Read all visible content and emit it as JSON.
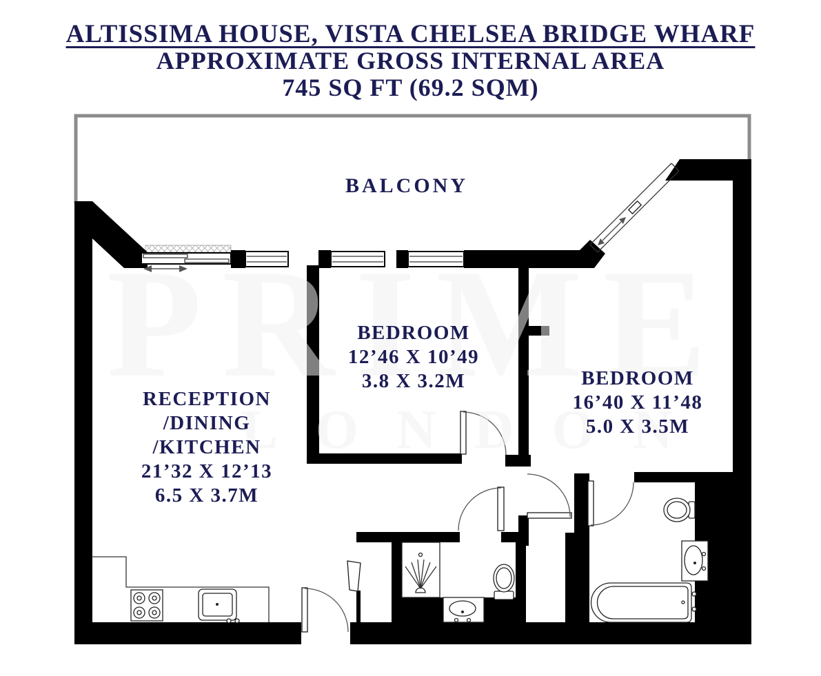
{
  "title": {
    "line1": "ALTISSIMA HOUSE, VISTA CHELSEA BRIDGE WHARF",
    "line2": "APPROXIMATE GROSS INTERNAL AREA",
    "line3": "745 SQ FT (69.2 SQM)"
  },
  "watermark": {
    "primary": "PRIME",
    "secondary": "LONDON"
  },
  "rooms": {
    "balcony": {
      "label": "BALCONY"
    },
    "bedroom_1": {
      "label": "BEDROOM",
      "dims_imperial": "12’46 X 10’49",
      "dims_metric": "3.8 X 3.2M"
    },
    "bedroom_2": {
      "label": "BEDROOM",
      "dims_imperial": "16’40 X 11’48",
      "dims_metric": "5.0 X 3.5M"
    },
    "reception": {
      "label_line_1": "RECEPTION",
      "label_line_2": "/DINING",
      "label_line_3": "/KITCHEN",
      "dims_imperial": "21’32 X 12’13",
      "dims_metric": "6.5 X 3.7M"
    }
  },
  "fixtures": {
    "kitchen": [
      "hob-icon",
      "sink-icon",
      "worktop"
    ],
    "bathroom": [
      "shower-icon",
      "basin-icon",
      "toilet-icon"
    ],
    "ensuite": [
      "toilet-icon",
      "basin-icon",
      "bathtub-icon"
    ]
  },
  "colors": {
    "label_text": "#1c1c55",
    "walls": "#000000",
    "balcony_outline": "#8c8c8c",
    "watermark": "#f0f0f0",
    "background": "#ffffff"
  }
}
